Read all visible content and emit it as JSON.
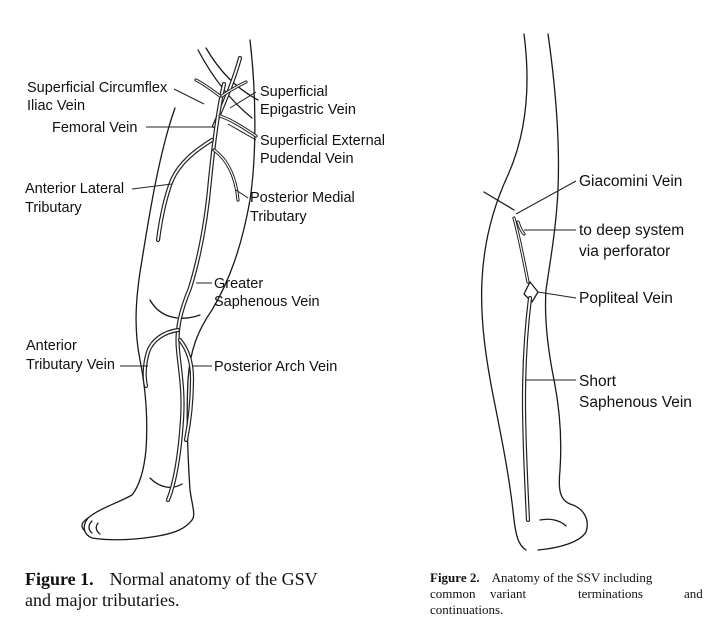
{
  "figure1": {
    "labels": {
      "superficial_circumflex_line1": "Superficial Circumflex",
      "superficial_circumflex_line2": "Iliac Vein",
      "femoral_vein": "Femoral Vein",
      "anterior_lateral_line1": "Anterior Lateral",
      "anterior_lateral_line2": "Tributary",
      "anterior_tributary_line1": "Anterior",
      "anterior_tributary_line2": "Tributary Vein",
      "superficial_epigastric_line1": "Superficial",
      "superficial_epigastric_line2": "Epigastric Vein",
      "superficial_external_line1": "Superficial External",
      "superficial_external_line2": "Pudendal Vein",
      "posterior_medial_line1": "Posterior Medial",
      "posterior_medial_line2": "Tributary",
      "greater_saphenous_line1": "Greater",
      "greater_saphenous_line2": "Saphenous Vein",
      "posterior_arch_vein": "Posterior Arch Vein"
    },
    "caption": {
      "prefix": "Figure 1.",
      "line1": "Normal anatomy of the GSV",
      "line2": "and major tributaries."
    }
  },
  "figure2": {
    "labels": {
      "giacomini_vein": "Giacomini Vein",
      "deep_system_line1": "to deep system",
      "deep_system_line2": "via perforator",
      "popliteal_vein": "Popliteal Vein",
      "short_saphenous_line1": "Short",
      "short_saphenous_line2": "Saphenous Vein"
    },
    "caption": {
      "prefix": "Figure 2.",
      "line1": "Anatomy of the SSV including",
      "line2_words": [
        "common",
        "variant",
        "terminations",
        "and"
      ],
      "line3": "continuations."
    }
  }
}
